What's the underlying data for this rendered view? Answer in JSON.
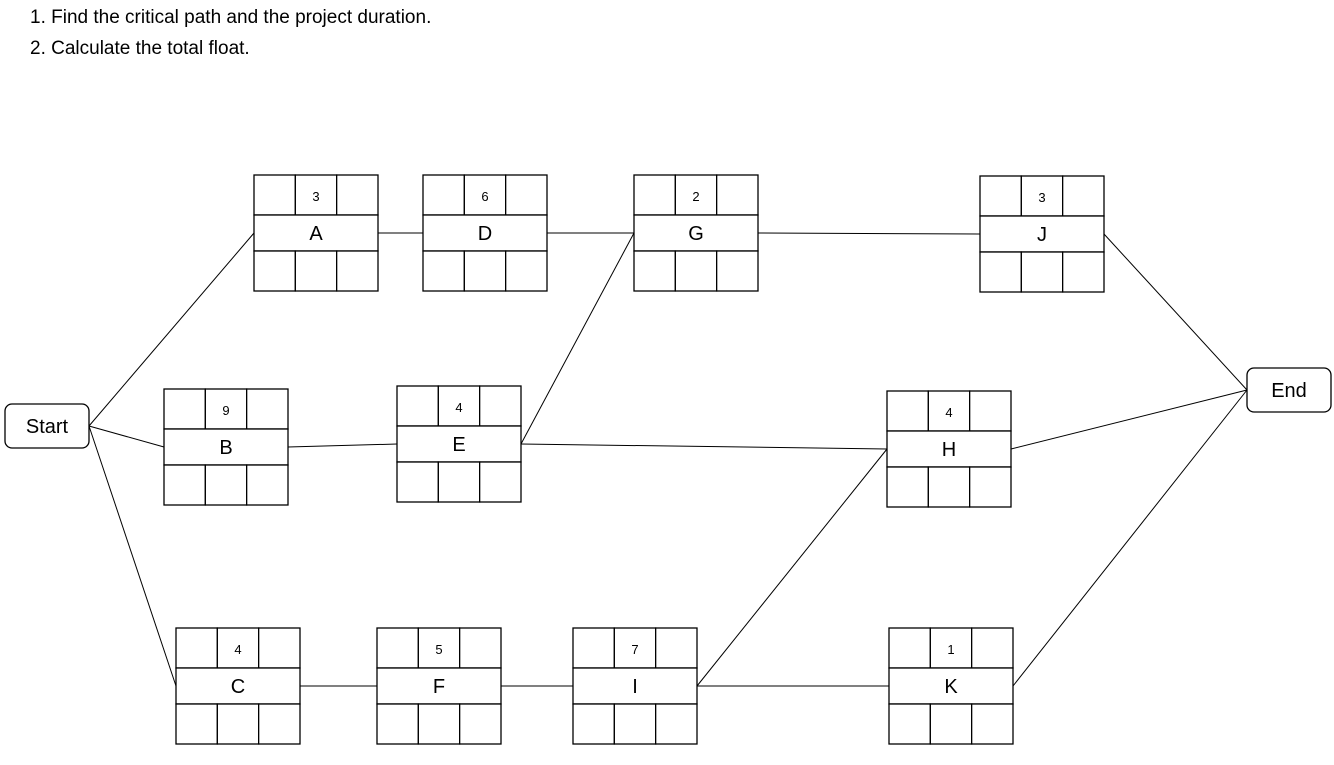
{
  "questions": [
    "1. Find the critical path and the project duration.",
    "2. Calculate the total float."
  ],
  "terminals": {
    "start": "Start",
    "end": "End"
  },
  "activities": [
    {
      "id": "A",
      "duration": "3"
    },
    {
      "id": "B",
      "duration": "9"
    },
    {
      "id": "C",
      "duration": "4"
    },
    {
      "id": "D",
      "duration": "6"
    },
    {
      "id": "E",
      "duration": "4"
    },
    {
      "id": "F",
      "duration": "5"
    },
    {
      "id": "G",
      "duration": "2"
    },
    {
      "id": "H",
      "duration": "4"
    },
    {
      "id": "I",
      "duration": "7"
    },
    {
      "id": "J",
      "duration": "3"
    },
    {
      "id": "K",
      "duration": "1"
    }
  ],
  "links": [
    [
      "start",
      "A"
    ],
    [
      "start",
      "B"
    ],
    [
      "start",
      "C"
    ],
    [
      "A",
      "D"
    ],
    [
      "D",
      "G"
    ],
    [
      "G",
      "J"
    ],
    [
      "J",
      "end"
    ],
    [
      "B",
      "E"
    ],
    [
      "E",
      "G"
    ],
    [
      "E",
      "H"
    ],
    [
      "H",
      "end"
    ],
    [
      "C",
      "F"
    ],
    [
      "F",
      "I"
    ],
    [
      "I",
      "H"
    ],
    [
      "I",
      "K"
    ],
    [
      "K",
      "end"
    ]
  ]
}
